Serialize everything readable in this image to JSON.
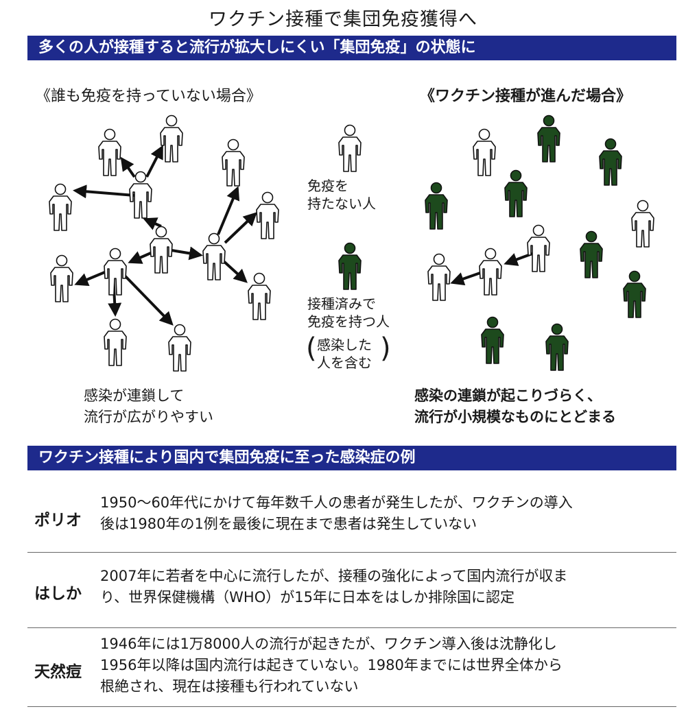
{
  "title": "ワクチン接種で集団免疫獲得へ",
  "section1": {
    "banner": "多くの人が接種すると流行が拡大しにくい「集団免疫」の状態に",
    "left_heading": "《誰も免疫を持っていない場合》",
    "right_heading": "《ワクチン接種が進んだ場合》",
    "legend": {
      "non_immune_line1": "免疫を",
      "non_immune_line2": "持たない人",
      "immune_line1": "接種済みで",
      "immune_line2": "免疫を持つ人",
      "immune_note_line1": "感染した",
      "immune_note_line2": "人を含む"
    },
    "left_caption_line1": "感染が連鎖して",
    "left_caption_line2": "流行が広がりやすい",
    "right_caption_line1": "感染の連鎖が起こりづらく、",
    "right_caption_line2": "流行が小規模なものにとどまる"
  },
  "section2": {
    "banner": "ワクチン接種により国内で集団免疫に至った感染症の例",
    "rows": [
      {
        "disease": "ポリオ",
        "line1": "1950～60年代にかけて毎年数千人の患者が発生したが、ワクチンの導入",
        "line2": "後は1980年の1例を最後に現在まで患者は発生していない"
      },
      {
        "disease": "はしか",
        "line1": "2007年に若者を中心に流行したが、接種の強化によって国内流行が収ま",
        "line2": "り、世界保健機構（WHO）が15年に日本をはしか排除国に認定"
      },
      {
        "disease": "天然痘",
        "line1": "1946年には1万8000人の流行が起きたが、ワクチン導入後は沈静化し",
        "line2": "1956年以降は国内流行は起きていない。1980年までには世界全体から",
        "line3": "根絶され、現在は接種も行われていない"
      }
    ]
  },
  "colors": {
    "banner": "#1e2a8c",
    "immune": "#1d4a1d",
    "non_immune": "#ffffff"
  }
}
